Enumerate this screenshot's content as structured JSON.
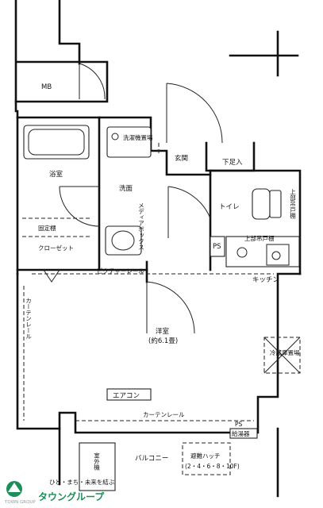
{
  "rooms": {
    "mb": "MB",
    "washer_space": "洗濯機置場",
    "entrance": "玄関",
    "shoe_box": "下足入",
    "bathroom": "浴室",
    "washroom": "洗面",
    "toilet": "トイレ",
    "upper_cabinet_right": "上部吊戸棚",
    "fixed_shelf": "固定棚",
    "media_box": "メディアボックス",
    "upper_cabinet_kitchen": "上部吊戸棚",
    "closet": "クローゼット",
    "ps_upper": "PS",
    "picture_rail": "ピクチャーレール",
    "kitchen": "キッチン",
    "curtain_rail_left": "カーテンレール",
    "western_room": "洋室",
    "room_size": "(約6.1畳)",
    "fridge_space": "冷蔵庫置場",
    "air_conditioner": "エアコン",
    "curtain_rail_bottom": "カーテンレール",
    "ps_lower": "PS",
    "water_heater": "給湯器",
    "outdoor_unit": "室外機",
    "balcony": "バルコニー",
    "evacuation_hatch": "避難ハッチ",
    "hatch_floors": "(2・4・6・8・10F)"
  },
  "branding": {
    "logo_name": "タウングループ",
    "logo_sub": "TOWN GROUP",
    "tagline": "ひと・まち・未来を結ぶ",
    "brand_color": "#1b8f57"
  }
}
